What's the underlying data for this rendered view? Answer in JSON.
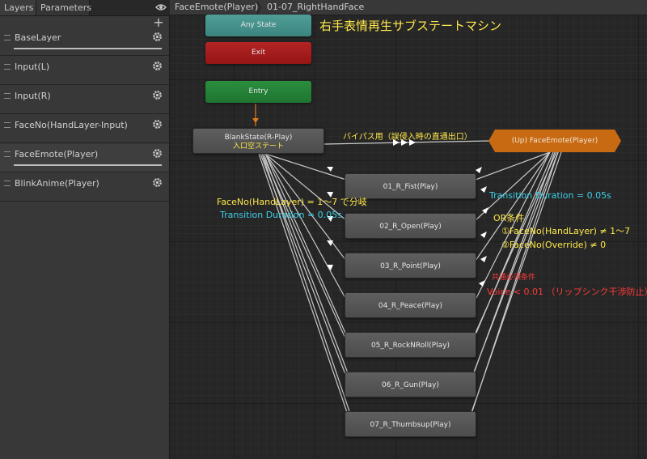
{
  "left_panel": {
    "tabs": [
      "Layers",
      "Parameters"
    ],
    "add_label": "+",
    "layers": [
      {
        "name": "BaseLayer"
      },
      {
        "name": "Input(L)"
      },
      {
        "name": "Input(R)"
      },
      {
        "name": "FaceNo(HandLayer-Input)"
      },
      {
        "name": "FaceEmote(Player)",
        "selected": true
      },
      {
        "name": "BlinkAnime(Player)"
      }
    ]
  },
  "breadcrumb": [
    "FaceEmote(Player)",
    "01-07_RightHandFace"
  ],
  "graph": {
    "nodes": {
      "any_state": "Any State",
      "exit": "Exit",
      "entry": "Entry",
      "blank_state": "BlankState(R-Play)",
      "blank_sub": "入口空ステート",
      "up_state": "(Up) FaceEmote(Player)",
      "fist": "01_R_Fist(Play)",
      "open": "02_R_Open(Play)",
      "point": "03_R_Point(Play)",
      "peace": "04_R_Peace(Play)",
      "rock": "05_R_RockNRoll(Play)",
      "gun": "06_R_Gun(Play)",
      "thumbs": "07_R_Thumbsup(Play)"
    },
    "annotations": {
      "title": "右手表情再生サブステートマシン",
      "bypass": "バイパス用（誤侵入時の直通出口）",
      "branch": "FaceNo(HandLayer) = 1～7 で分岐",
      "duration_left": "Transition Duration = 0.05s",
      "duration_right": "Transition Duration = 0.05s",
      "or_condition": "OR条件",
      "or_1": "①FaceNo(HandLayer) ≠ 1～7",
      "or_2": "②FaceNo(Override) ≠ 0",
      "and_condition": "共通必須条件",
      "voice": "Voice < 0.01 （リップシンク干渉防止）"
    }
  },
  "colors": {
    "any_state": "#4f9e97",
    "exit": "#b42424",
    "entry": "#2a8f3d",
    "up_state": "#c86a12",
    "annotation_yellow": "#ffe84a",
    "annotation_cyan": "#3cd0e8",
    "annotation_red": "#ff3a3a"
  }
}
